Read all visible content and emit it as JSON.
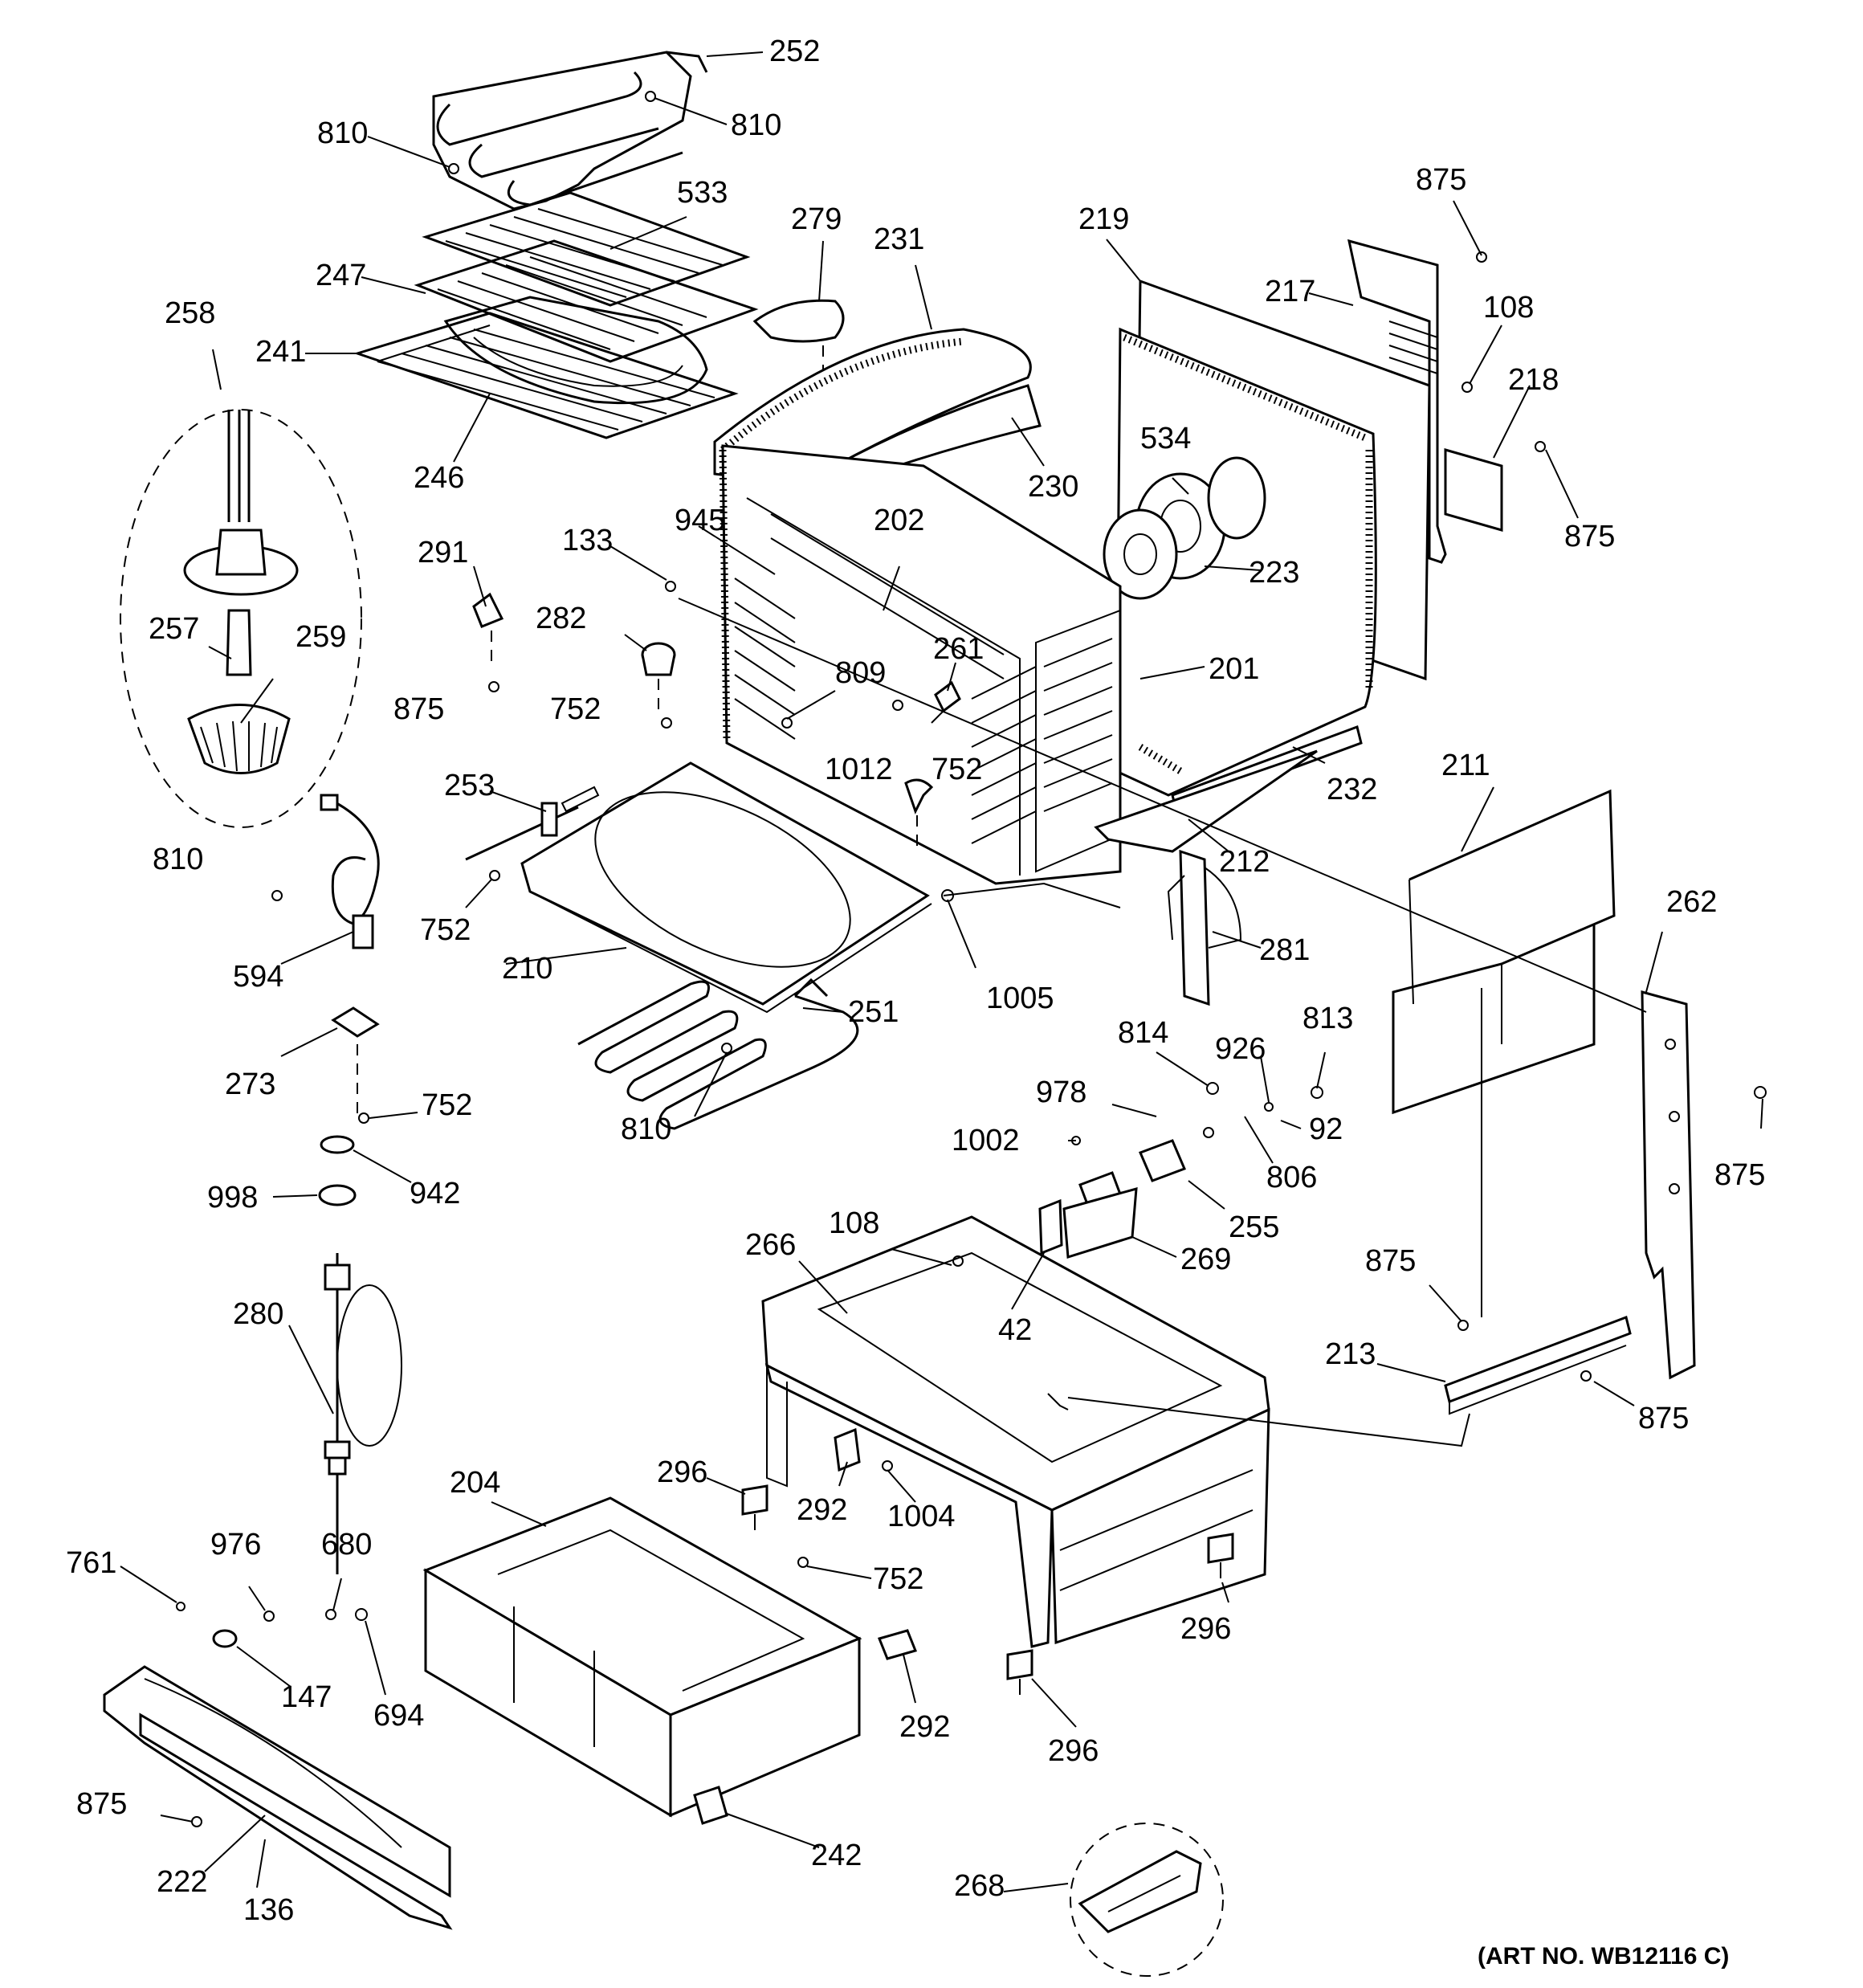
{
  "diagram": {
    "art_number": "(ART NO. WB12116 C)",
    "callouts": [
      {
        "id": "c252",
        "text": "252"
      },
      {
        "id": "c810a",
        "text": "810"
      },
      {
        "id": "c810b",
        "text": "810"
      },
      {
        "id": "c533",
        "text": "533"
      },
      {
        "id": "c279",
        "text": "279"
      },
      {
        "id": "c231",
        "text": "231"
      },
      {
        "id": "c219",
        "text": "219"
      },
      {
        "id": "c875a",
        "text": "875"
      },
      {
        "id": "c217",
        "text": "217"
      },
      {
        "id": "c108a",
        "text": "108"
      },
      {
        "id": "c218",
        "text": "218"
      },
      {
        "id": "c247",
        "text": "247"
      },
      {
        "id": "c258",
        "text": "258"
      },
      {
        "id": "c241",
        "text": "241"
      },
      {
        "id": "c534",
        "text": "534"
      },
      {
        "id": "c875b",
        "text": "875"
      },
      {
        "id": "c246",
        "text": "246"
      },
      {
        "id": "c230",
        "text": "230"
      },
      {
        "id": "c945",
        "text": "945"
      },
      {
        "id": "c291",
        "text": "291"
      },
      {
        "id": "c133",
        "text": "133"
      },
      {
        "id": "c202",
        "text": "202"
      },
      {
        "id": "c223",
        "text": "223"
      },
      {
        "id": "c257",
        "text": "257"
      },
      {
        "id": "c259",
        "text": "259"
      },
      {
        "id": "c282",
        "text": "282"
      },
      {
        "id": "c261",
        "text": "261"
      },
      {
        "id": "c201",
        "text": "201"
      },
      {
        "id": "c809",
        "text": "809"
      },
      {
        "id": "c875c",
        "text": "875"
      },
      {
        "id": "c752a",
        "text": "752"
      },
      {
        "id": "c752b",
        "text": "752"
      },
      {
        "id": "c1012",
        "text": "1012"
      },
      {
        "id": "c232",
        "text": "232"
      },
      {
        "id": "c211",
        "text": "211"
      },
      {
        "id": "c253",
        "text": "253"
      },
      {
        "id": "c810c",
        "text": "810"
      },
      {
        "id": "c212",
        "text": "212"
      },
      {
        "id": "c262",
        "text": "262"
      },
      {
        "id": "c752c",
        "text": "752"
      },
      {
        "id": "c281",
        "text": "281"
      },
      {
        "id": "c594",
        "text": "594"
      },
      {
        "id": "c210",
        "text": "210"
      },
      {
        "id": "c1005",
        "text": "1005"
      },
      {
        "id": "c251",
        "text": "251"
      },
      {
        "id": "c814",
        "text": "814"
      },
      {
        "id": "c926",
        "text": "926"
      },
      {
        "id": "c813",
        "text": "813"
      },
      {
        "id": "c273",
        "text": "273"
      },
      {
        "id": "c978",
        "text": "978"
      },
      {
        "id": "c92",
        "text": "92"
      },
      {
        "id": "c810d",
        "text": "810"
      },
      {
        "id": "c752d",
        "text": "752"
      },
      {
        "id": "c1002",
        "text": "1002"
      },
      {
        "id": "c806",
        "text": "806"
      },
      {
        "id": "c875d",
        "text": "875"
      },
      {
        "id": "c998",
        "text": "998"
      },
      {
        "id": "c942",
        "text": "942"
      },
      {
        "id": "c255",
        "text": "255"
      },
      {
        "id": "c266",
        "text": "266"
      },
      {
        "id": "c108b",
        "text": "108"
      },
      {
        "id": "c269",
        "text": "269"
      },
      {
        "id": "c875e",
        "text": "875"
      },
      {
        "id": "c280",
        "text": "280"
      },
      {
        "id": "c42",
        "text": "42"
      },
      {
        "id": "c213",
        "text": "213"
      },
      {
        "id": "c875f",
        "text": "875"
      },
      {
        "id": "c296a",
        "text": "296"
      },
      {
        "id": "c204",
        "text": "204"
      },
      {
        "id": "c292a",
        "text": "292"
      },
      {
        "id": "c1004",
        "text": "1004"
      },
      {
        "id": "c761",
        "text": "761"
      },
      {
        "id": "c976",
        "text": "976"
      },
      {
        "id": "c680",
        "text": "680"
      },
      {
        "id": "c752e",
        "text": "752"
      },
      {
        "id": "c296b",
        "text": "296"
      },
      {
        "id": "c147",
        "text": "147"
      },
      {
        "id": "c694",
        "text": "694"
      },
      {
        "id": "c292b",
        "text": "292"
      },
      {
        "id": "c296c",
        "text": "296"
      },
      {
        "id": "c875g",
        "text": "875"
      },
      {
        "id": "c242",
        "text": "242"
      },
      {
        "id": "c222",
        "text": "222"
      },
      {
        "id": "c136",
        "text": "136"
      },
      {
        "id": "c268",
        "text": "268"
      }
    ]
  }
}
